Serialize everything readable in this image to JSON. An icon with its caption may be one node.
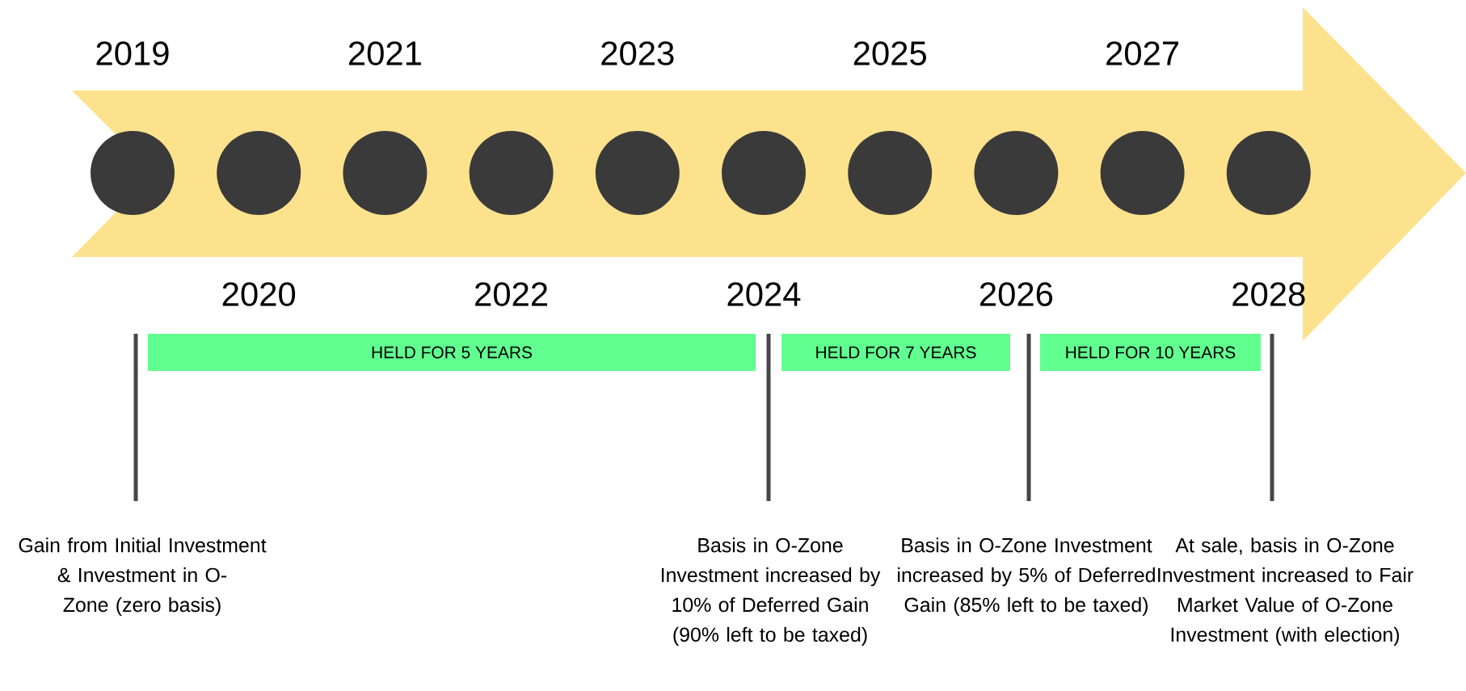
{
  "diagram": {
    "nodes": [
      {
        "text": [],
        "shape": "arrow"
      },
      {
        "text": [],
        "shape": "circle",
        "in": 0
      },
      {
        "text": [],
        "shape": "circle",
        "in": 0
      },
      {
        "text": [],
        "shape": "circle",
        "in": 0
      },
      {
        "text": [],
        "shape": "circle",
        "in": 0
      },
      {
        "text": [],
        "shape": "circle",
        "in": 0
      },
      {
        "text": [],
        "shape": "circle",
        "in": 0
      },
      {
        "text": [],
        "shape": "circle",
        "in": 0
      },
      {
        "text": [],
        "shape": "circle",
        "in": 0
      },
      {
        "text": [],
        "shape": "circle",
        "in": 0
      },
      {
        "text": [],
        "shape": "circle",
        "in": 0
      },
      {
        "text": [
          "HELD FOR 5 YEARS"
        ]
      },
      {
        "text": [
          "HELD FOR 7 YEARS"
        ]
      },
      {
        "text": [
          "HELD FOR 10 YEARS"
        ]
      }
    ],
    "labels": [
      "2019",
      "2021",
      "2023",
      "2025",
      "2027",
      "2020",
      "2022",
      "2024",
      "2026",
      "2028",
      "Gain from Initial Investment & Investment in O-Zone (zero basis)",
      "Basis in O-Zone Investment increased by 10% of Deferred Gain (90% left to be taxed)",
      "Basis in O-Zone Investment increased by 5% of Deferred Gain (85% left to be taxed)",
      "At sale, basis in O-Zone Investment increased to Fair Market Value of O-Zone Investment (with election)"
    ]
  }
}
